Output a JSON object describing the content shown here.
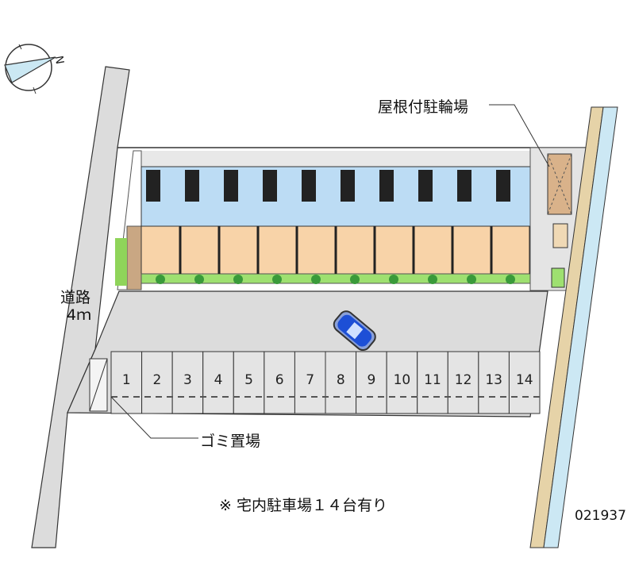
{
  "compass": {
    "north_label": "N"
  },
  "road": {
    "label": "道路",
    "width": "4ｍ"
  },
  "bicycle_parking": {
    "label": "屋根付駐輪場"
  },
  "garbage": {
    "label": "ゴミ置場"
  },
  "parking": {
    "spaces": [
      "1",
      "2",
      "3",
      "4",
      "5",
      "6",
      "7",
      "8",
      "9",
      "10",
      "11",
      "12",
      "13",
      "14"
    ]
  },
  "note": "※ 宅内駐車場１４台有り",
  "code": "021937",
  "colors": {
    "road": "#dcdcdc",
    "unit_floor": "#f8d3a8",
    "corridor": "#bcdcf4",
    "river": "#cce8f4",
    "path": "#e6d3a8",
    "car": "#1d4fd6"
  }
}
